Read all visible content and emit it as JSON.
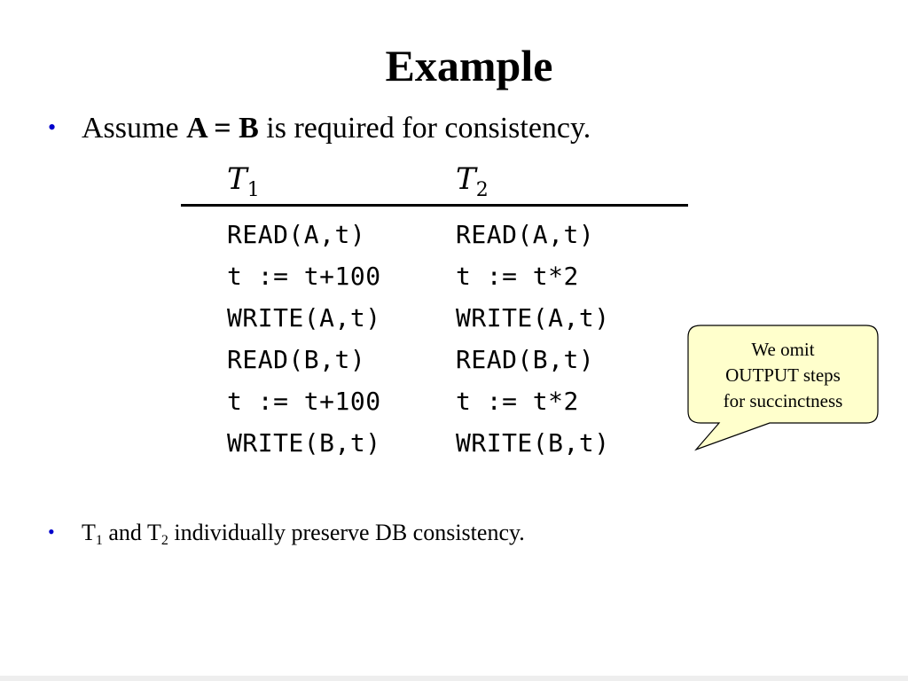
{
  "slide": {
    "title": "Example",
    "bullet1": {
      "pre": "Assume ",
      "bold": "A = B",
      "post": " is required for consistency."
    },
    "bullet2": {
      "t_a": "T",
      "sub_a": "1",
      "mid": " and T",
      "sub_b": "2",
      "post": " individually preserve DB consistency."
    },
    "bullet_glyph": "•",
    "bullet_color": "#0000cc"
  },
  "code_table": {
    "t1_header": {
      "letter": "T",
      "sub": "1"
    },
    "t2_header": {
      "letter": "T",
      "sub": "2"
    },
    "t1_lines": [
      "READ(A,t)",
      "t := t+100",
      "WRITE(A,t)",
      "READ(B,t)",
      "t := t+100",
      "WRITE(B,t)"
    ],
    "t2_lines": [
      "READ(A,t)",
      "t := t*2",
      "WRITE(A,t)",
      "READ(B,t)",
      "t := t*2",
      "WRITE(B,t)"
    ]
  },
  "callout": {
    "lines": [
      "We omit",
      "OUTPUT steps",
      "for succinctness"
    ],
    "fill": "#ffffcc",
    "stroke": "#000000"
  }
}
